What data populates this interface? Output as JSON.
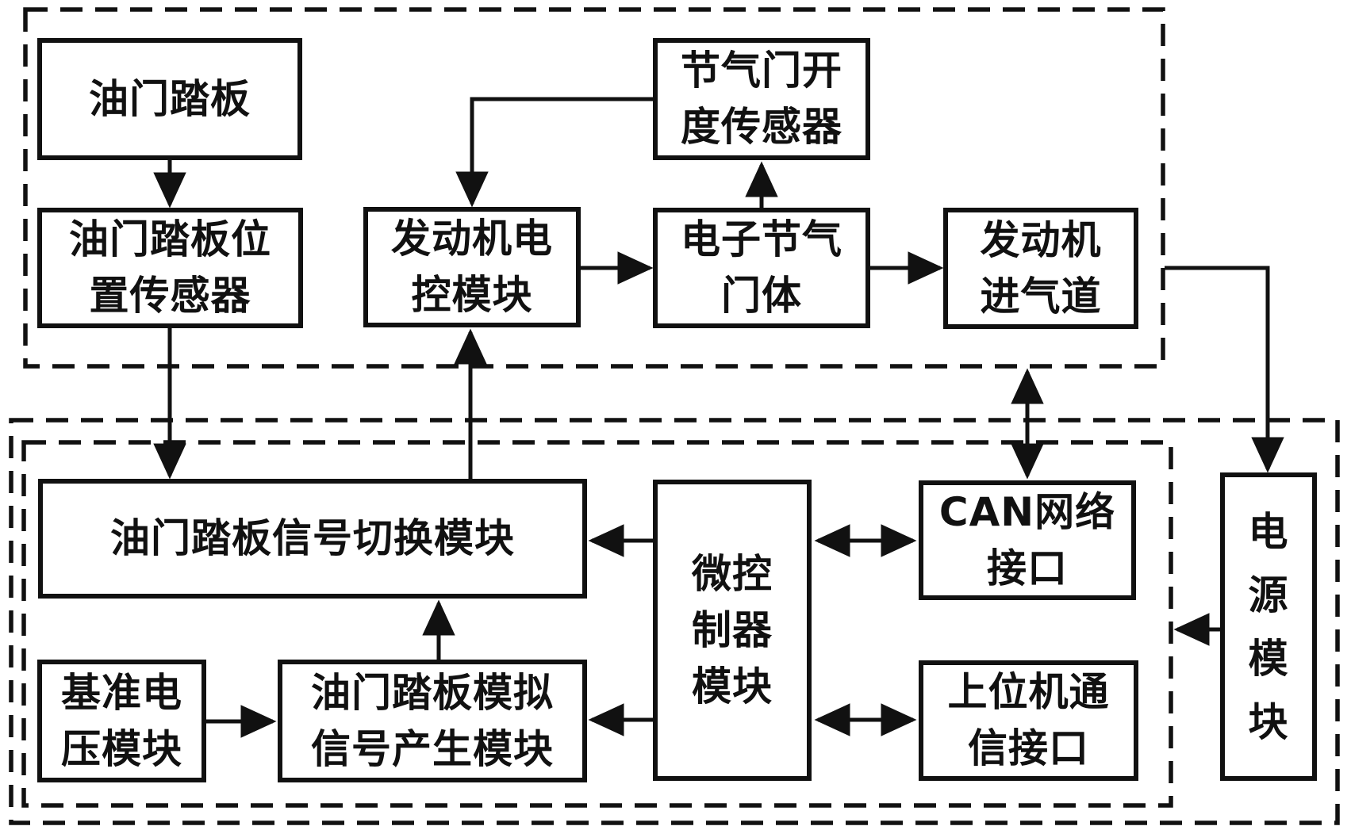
{
  "diagram": {
    "boxes": {
      "throttle_pedal": {
        "label": "油门踏板"
      },
      "pedal_position_sensor": {
        "label": "油门踏板位\n置传感器"
      },
      "engine_ecu": {
        "label": "发动机电\n控模块"
      },
      "throttle_open_sensor": {
        "label": "节气门开\n度传感器"
      },
      "electronic_throttle": {
        "label": "电子节气\n门体"
      },
      "engine_intake": {
        "label": "发动机\n进气道"
      },
      "signal_switch": {
        "label": "油门踏板信号切换模块"
      },
      "can_interface": {
        "label": "CAN网络\n接口"
      },
      "microcontroller": {
        "label": "微控\n制器\n模块"
      },
      "reference_voltage": {
        "label": "基准电\n压模块"
      },
      "analog_signal_gen": {
        "label": "油门踏板模拟\n信号产生模块"
      },
      "host_comm": {
        "label": "上位机通\n信接口"
      },
      "power_module": {
        "label": "电\n源\n模\n块"
      }
    },
    "colors": {
      "line": "#111111",
      "background": "#ffffff",
      "text": "#111111"
    }
  }
}
